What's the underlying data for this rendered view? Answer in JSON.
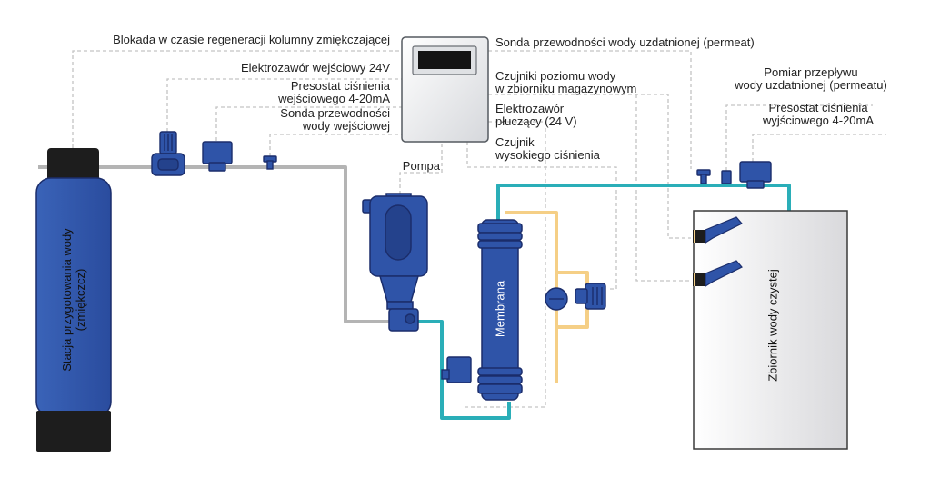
{
  "labels": {
    "blokada": "Blokada w czasie regeneracji kolumny zmiękczającej",
    "elektrozawor_wejsciowy": "Elektrozawór wejściowy 24V",
    "presostat_wejsciowy_1": "Presostat ciśnienia",
    "presostat_wejsciowy_2": "wejściowego 4-20mA",
    "sonda_wejsciowa_1": "Sonda przewodności",
    "sonda_wejsciowa_2": "wody wejściowej",
    "pompa": "Pompa",
    "sonda_uzdatnionej": "Sonda przewodności wody uzdatnionej (permeat)",
    "czujniki_poziomu_1": "Czujniki poziomu wody",
    "czujniki_poziomu_2": "w zbiorniku magazynowym",
    "elektrozawor_plucz_1": "Elektrozawór",
    "elektrozawor_plucz_2": "płuczący (24 V)",
    "czujnik_wysokiego_1": "Czujnik",
    "czujnik_wysokiego_2": "wysokiego ciśnienia",
    "pomiar_przeplywu_1": "Pomiar przepływu",
    "pomiar_przeplywu_2": "wody uzdatnionej (permeatu)",
    "presostat_wyjsciowy_1": "Presostat ciśnienia",
    "presostat_wyjsciowy_2": "wyjściowego 4-20mA",
    "stacja_1": "Stacja przygotowania wody",
    "stacja_2": "(zmiękczcz)",
    "membrana": "Membrana",
    "zbiornik": "Zbiornik wody czystej"
  },
  "colors": {
    "component_blue": "#2f54a8",
    "component_dark": "#1b2d6b",
    "feed_pipe": "#b4b4b4",
    "permeate_pipe": "#2aaeb8",
    "concentrate_pipe": "#f5cf86",
    "signal_line": "#c4c4c4"
  }
}
